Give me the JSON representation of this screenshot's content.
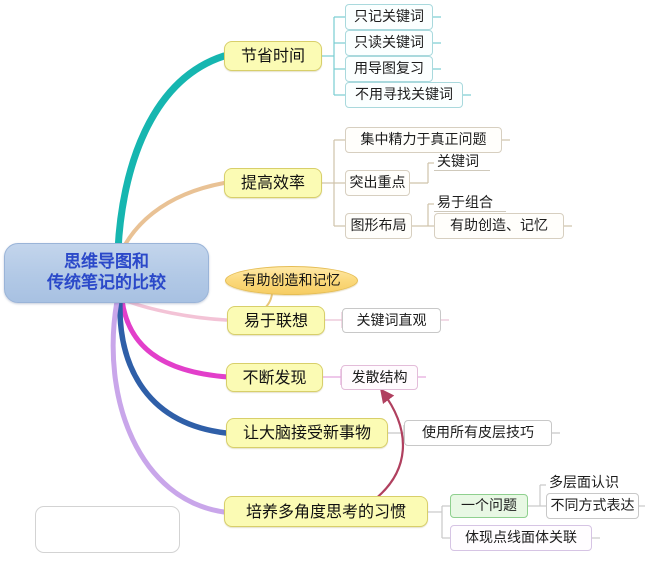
{
  "title": "思维导图和传统笔记的比较",
  "central": {
    "line1": "思维导图和",
    "line2": "传统笔记的比较",
    "color": "#2b49c9",
    "fill": "#b2c9e6"
  },
  "callout": {
    "label": "有助创造和记忆",
    "fill": "#fbd97c"
  },
  "placeholder": {
    "label": ""
  },
  "branches": [
    {
      "label": "节省时间",
      "color": "#16b6b0",
      "children": [
        {
          "label": "只记关键词"
        },
        {
          "label": "只读关键词"
        },
        {
          "label": "用导图复习"
        },
        {
          "label": "不用寻找关键词"
        }
      ]
    },
    {
      "label": "提高效率",
      "color": "#e8bc84",
      "children": [
        {
          "label": "集中精力于真正问题"
        },
        {
          "label": "突出重点",
          "children": [
            {
              "label": "关键词"
            }
          ]
        },
        {
          "label": "图形布局",
          "children": [
            {
              "label": "易于组合"
            },
            {
              "label": "有助创造、记忆"
            }
          ]
        }
      ]
    },
    {
      "label": "易于联想",
      "color": "#f0b9cf",
      "children": [
        {
          "label": "关键词直观"
        }
      ]
    },
    {
      "label": "不断发现",
      "color": "#e040c8",
      "children": [
        {
          "label": "发散结构"
        }
      ]
    },
    {
      "label": "让大脑接受新事物",
      "color": "#2f5fa8",
      "children": [
        {
          "label": "使用所有皮层技巧"
        }
      ]
    },
    {
      "label": "培养多角度思考的习惯",
      "color": "#c8a4e8",
      "children": [
        {
          "label": "一个问题",
          "children": [
            {
              "label": "多层面认识"
            },
            {
              "label": "不同方式表达"
            }
          ]
        },
        {
          "label": "体现点线面体关联"
        }
      ]
    }
  ],
  "cross_link": {
    "from": "培养多角度思考的习惯",
    "to": "发散结构",
    "color": "#a2415e"
  }
}
